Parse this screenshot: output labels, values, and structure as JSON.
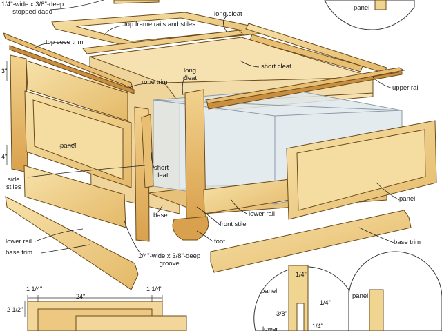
{
  "labels": {
    "stopped_dado": "1/4\"-wide x 3/8\"-deep stopped dado",
    "stopped_dado_l1": "1/4\"-wide x 3/8\"-deep",
    "stopped_dado_l2": "stopped dado",
    "top_frame": "top frame rails and stiles",
    "long_cleat_top": "long cleat",
    "top_cove_trim": "top cove trim",
    "rope_trim": "rope trim",
    "long_cleat_mid_l1": "long",
    "long_cleat_mid_l2": "cleat",
    "short_cleat_top": "short cleat",
    "upper_rail": "upper rail",
    "panel_left": "panel",
    "side_stiles_l1": "side",
    "side_stiles_l2": "stiles",
    "short_cleat_mid_l1": "short",
    "short_cleat_mid_l2": "cleat",
    "base": "base",
    "lower_rail_right": "lower rail",
    "front_stile": "front stile",
    "lower_rail_left": "lower rail",
    "base_trim_left": "base trim",
    "foot": "foot",
    "groove_l1": "1/4\"-wide x 3/8\"-deep",
    "groove_l2": "groove",
    "panel_right": "panel",
    "base_trim_right": "base trim",
    "detail_panel_top": "panel",
    "detail_panel_a": "panel",
    "detail_panel_b": "panel",
    "detail_lower": "lower"
  },
  "dimensions": {
    "height_3": "3\"",
    "height_4": "4\"",
    "width_24": "24\"",
    "offset_left": "1 1/4\"",
    "offset_right": "1 1/4\"",
    "height_2half": "2 1/2\"",
    "detail_a": "1/4\"",
    "detail_b": "1/4\"",
    "detail_c": "3/8\"",
    "detail_d": "1/4\""
  },
  "colors": {
    "wood_light": "#f3d79a",
    "wood_mid": "#e8bf72",
    "wood_dark": "#c98f3e",
    "outline": "#6b4a1c",
    "glass": "#dfe7ec"
  }
}
